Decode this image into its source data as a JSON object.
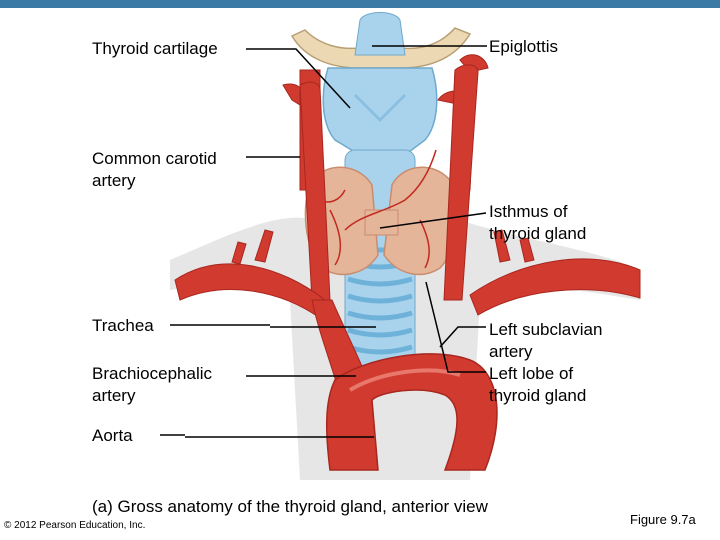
{
  "colors": {
    "top_bar": "#3c7aa6",
    "artery": "#d13a2f",
    "artery_dark": "#a8271f",
    "thyroid": "#e5b59a",
    "cartilage": "#a9d3ec",
    "hyoid": "#ecd9b3",
    "trachea_ring": "#6fb2d9",
    "shadow": "#c9c9c9"
  },
  "labels": {
    "thyroid_cartilage": "Thyroid cartilage",
    "epiglottis": "Epiglottis",
    "common_carotid": "Common carotid\nartery",
    "isthmus": "Isthmus of\nthyroid gland",
    "trachea": "Trachea",
    "left_subclavian": "Left subclavian\nartery",
    "brachiocephalic": "Brachiocephalic\nartery",
    "left_lobe": "Left lobe of\nthyroid gland",
    "aorta": "Aorta"
  },
  "caption": "(a) Gross anatomy of the thyroid gland, anterior view",
  "copyright": "© 2012 Pearson Education, Inc.",
  "figure_number": "Figure 9.7a"
}
